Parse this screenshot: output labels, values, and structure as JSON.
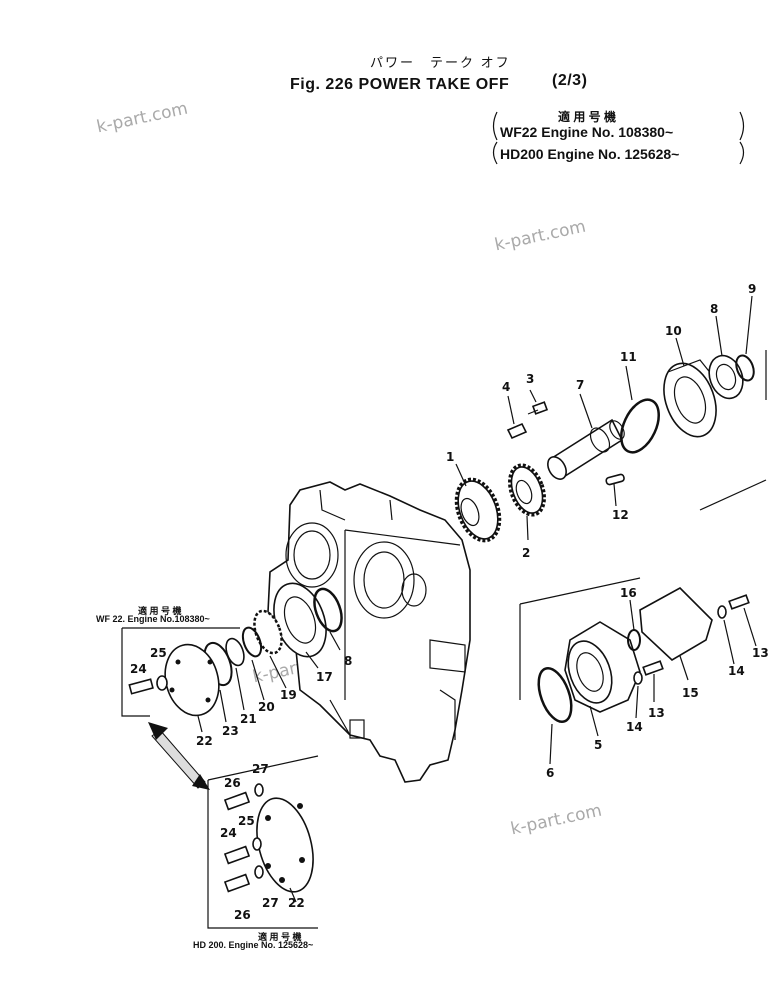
{
  "header": {
    "kana": "パワー　テーク オフ",
    "title": "Fig. 226 POWER TAKE OFF",
    "sheet": "(2/3)",
    "applicable_heading": "適 用 号 機",
    "applicable_1": "WF22  Engine No. 108380~",
    "applicable_2": "HD200  Engine No. 125628~"
  },
  "watermark": "k-part.com",
  "inset_top": {
    "heading": "適 用 号 機",
    "label": "WF 22.  Engine No.108380~"
  },
  "inset_bottom": {
    "heading": "適 用 号 機",
    "label": "HD 200.  Engine No. 125628~"
  },
  "callouts": {
    "p1": "1",
    "p2": "2",
    "p3": "3",
    "p4": "4",
    "p5": "5",
    "p6": "6",
    "p7": "7",
    "p8a": "8",
    "p8b": "8",
    "p9": "9",
    "p10": "10",
    "p11": "11",
    "p12": "12",
    "p13a": "13",
    "p13b": "13",
    "p14a": "14",
    "p14b": "14",
    "p15": "15",
    "p16": "16",
    "p17": "17",
    "p19": "19",
    "p20": "20",
    "p21": "21",
    "p22a": "22",
    "p22b": "22",
    "p23": "23",
    "p24a": "24",
    "p24b": "24",
    "p25a": "25",
    "p25b": "25",
    "p26a": "26",
    "p26b": "26",
    "p27a": "27",
    "p27b": "27"
  }
}
